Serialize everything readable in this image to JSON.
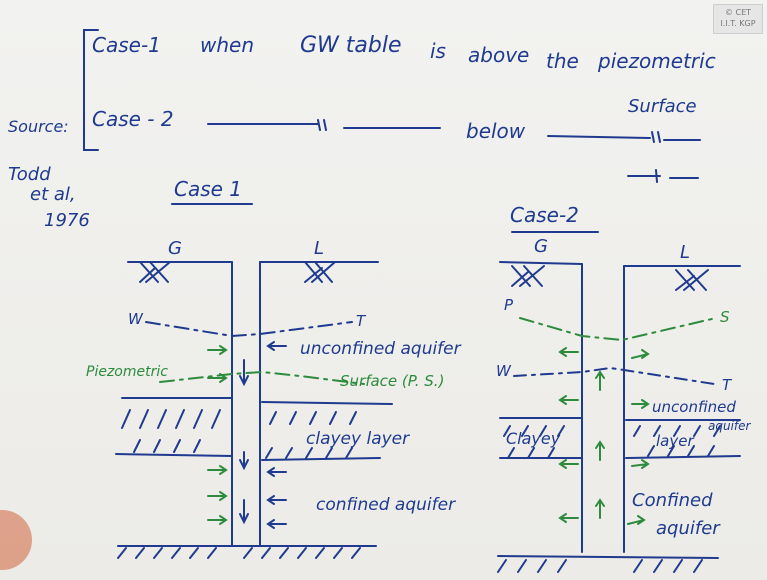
{
  "logo": {
    "line1": "© CET",
    "line2": "I.I.T. KGP"
  },
  "header": {
    "source_label": "Source:",
    "citation": [
      "Todd",
      "et al,",
      "1976"
    ],
    "case1_text": [
      "Case-1",
      "when",
      "GW table",
      "is",
      "above",
      "the",
      "piezometric"
    ],
    "surface_word": "Surface",
    "case2_label": "Case - 2",
    "case2_below": "below"
  },
  "case1": {
    "title": "Case 1",
    "well_g": "G",
    "well_l": "L",
    "wt_w": "W",
    "wt_t": "T",
    "unconfined": "unconfined aquifer",
    "piezometric": "Piezometric",
    "surface_ps": "Surface (P. S.)",
    "clayey": "clayey layer",
    "confined": "confined aquifer"
  },
  "case2": {
    "title": "Case-2",
    "well_g": "G",
    "well_l": "L",
    "p": "P",
    "s": "S",
    "w": "W",
    "t": "T",
    "unconfined": "unconfined",
    "aquifer": "aquifer",
    "clayey": "Clayey",
    "layer": "layer",
    "confined": "Confined",
    "confined_aquifer": "aquifer"
  },
  "colors": {
    "ink": "#1f3a8f",
    "green": "#2e8b3d"
  }
}
